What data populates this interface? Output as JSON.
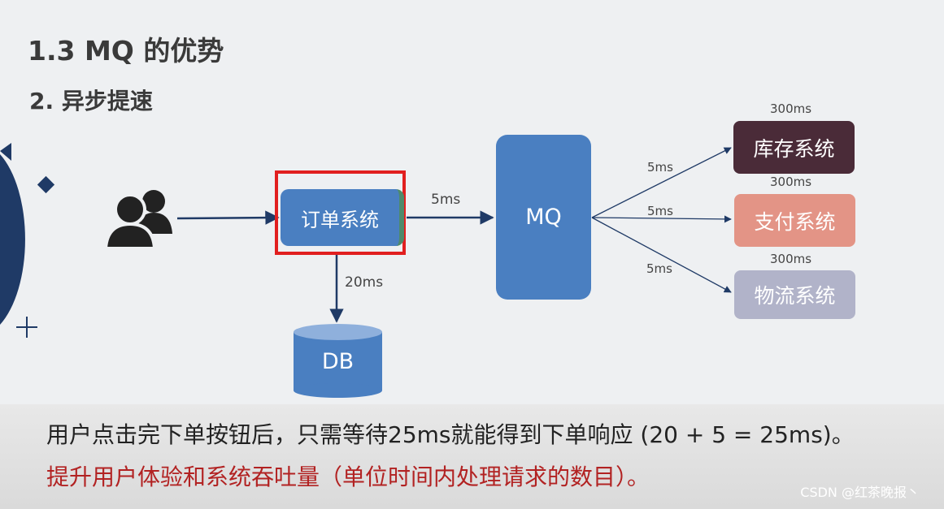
{
  "title": "1.3 MQ 的优势",
  "subtitle": "2. 异步提速",
  "nodes": {
    "order": "订单系统",
    "mq": "MQ",
    "db": "DB",
    "inventory": "库存系统",
    "payment": "支付系统",
    "logistics": "物流系统"
  },
  "labels": {
    "order_to_mq": "5ms",
    "order_to_db": "20ms",
    "mq_to_inventory": "5ms",
    "mq_to_payment": "5ms",
    "mq_to_logistics": "5ms",
    "inventory_time": "300ms",
    "payment_time": "300ms",
    "logistics_time": "300ms"
  },
  "caption": {
    "line1": "用户点击完下单按钮后，只需等待25ms就能得到下单响应 (20 + 5 = 25ms)。",
    "line2": "提升用户体验和系统吞吐量（单位时间内处理请求的数目）。"
  },
  "watermark": "CSDN @红茶晚报丶",
  "colors": {
    "box_blue": "#4a7fc1",
    "inventory": "#4a2b38",
    "payment": "#e39486",
    "logistics": "#b1b3c9",
    "highlight": "#e11f1f",
    "caption_red": "#b22222"
  }
}
